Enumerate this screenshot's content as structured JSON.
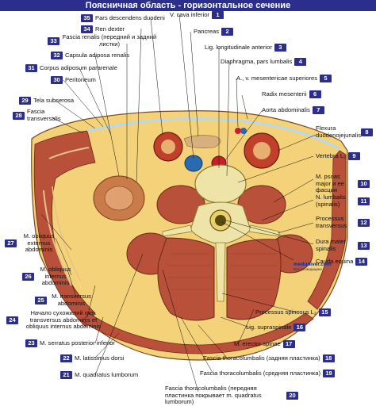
{
  "title": "Поясничная область - горизонтальное сечение",
  "watermark": {
    "name": "meduniver.com",
    "sub": "Все по медицине"
  },
  "labels": {
    "l1": {
      "num": "1",
      "text": "V. cava inferior"
    },
    "l2": {
      "num": "2",
      "text": "Pancreas"
    },
    "l3": {
      "num": "3",
      "text": "Lig. longitudinale anterior"
    },
    "l4": {
      "num": "4",
      "text": "Diaphragma, pars lumbalis"
    },
    "l5": {
      "num": "5",
      "text": "A., v. mesentericae superiores"
    },
    "l6": {
      "num": "6",
      "text": "Radix mesenterii"
    },
    "l7": {
      "num": "7",
      "text": "Aorta abdominalis"
    },
    "l8": {
      "num": "8",
      "text": "Flexura duodenojejunalis"
    },
    "l9": {
      "num": "9",
      "text": "Vertebra L₂"
    },
    "l10": {
      "num": "10",
      "text": "M. psoas major и ее фасция"
    },
    "l11": {
      "num": "11",
      "text": "N. lumbalis (spinalis)"
    },
    "l12": {
      "num": "12",
      "text": "Processus transversus"
    },
    "l13": {
      "num": "13",
      "text": "Dura mater spinalis"
    },
    "l14": {
      "num": "14",
      "text": "Cauda equina"
    },
    "l15": {
      "num": "15",
      "text": "Processus spinosus L₂"
    },
    "l16": {
      "num": "16",
      "text": "Lig. supraspinale"
    },
    "l17": {
      "num": "17",
      "text": "M. erector spinae"
    },
    "l18": {
      "num": "18",
      "text": "Fascia thoracolumbalis (задняя пластинка)"
    },
    "l19": {
      "num": "19",
      "text": "Fascia thoracolumbalis (средняя пластинка)"
    },
    "l20": {
      "num": "20",
      "text": "Fascia thoracolumbalis (передняя пластинка покрывает m. quadratus lumborum)"
    },
    "l21": {
      "num": "21",
      "text": "M. quadratus lumborum"
    },
    "l22": {
      "num": "22",
      "text": "M. latissimus dorsi"
    },
    "l23": {
      "num": "23",
      "text": "M. serratus posterior inferior"
    },
    "l24": {
      "num": "24",
      "text": "Начало сухожилий mm. transversus abdominis et obliquus internus abdominis"
    },
    "l25": {
      "num": "25",
      "text": "M. transversus abdominis"
    },
    "l26": {
      "num": "26",
      "text": "M. obliquus internus abdominis"
    },
    "l27": {
      "num": "27",
      "text": "M. obliquus externus abdominis"
    },
    "l28": {
      "num": "28",
      "text": "Fascia transversalis"
    },
    "l29": {
      "num": "29",
      "text": "Tela subserosa"
    },
    "l30": {
      "num": "30",
      "text": "Peritoneum"
    },
    "l31": {
      "num": "31",
      "text": "Corpus adiposum pararenale"
    },
    "l32": {
      "num": "32",
      "text": "Capsula adiposa renalis"
    },
    "l33": {
      "num": "33",
      "text": "Fascia renalis (передний и задний листки)"
    },
    "l34": {
      "num": "34",
      "text": "Ren dexter"
    },
    "l35": {
      "num": "35",
      "text": "Pars descendens duodeni"
    }
  }
}
